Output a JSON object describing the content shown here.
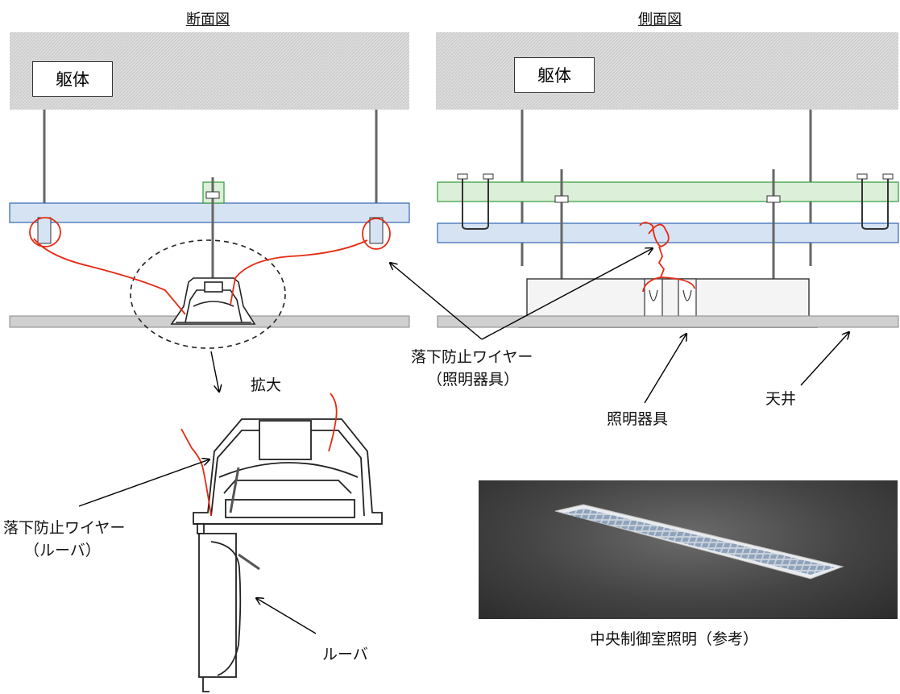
{
  "titles": {
    "section": "断面図",
    "side": "側面図"
  },
  "labels": {
    "structure_left": "躯体",
    "structure_right": "躯体",
    "enlarge": "拡大",
    "wire_lighting_line1": "落下防止ワイヤー",
    "wire_lighting_line2": "（照明器具）",
    "lighting_fixture": "照明器具",
    "ceiling": "天井",
    "wire_louver_line1": "落下防止ワイヤー",
    "wire_louver_line2": "（ルーバ）",
    "louver": "ルーバ",
    "photo_caption": "中央制御室照明（参考）"
  },
  "colors": {
    "concrete": "#d8d8d8",
    "blue_beam": "#d6e3f3",
    "blue_beam_stroke": "#2f66b3",
    "green_channel": "#dcefd8",
    "green_channel_stroke": "#2e9a3a",
    "ceiling": "#d0d0d0",
    "wire": "#e62a12"
  }
}
